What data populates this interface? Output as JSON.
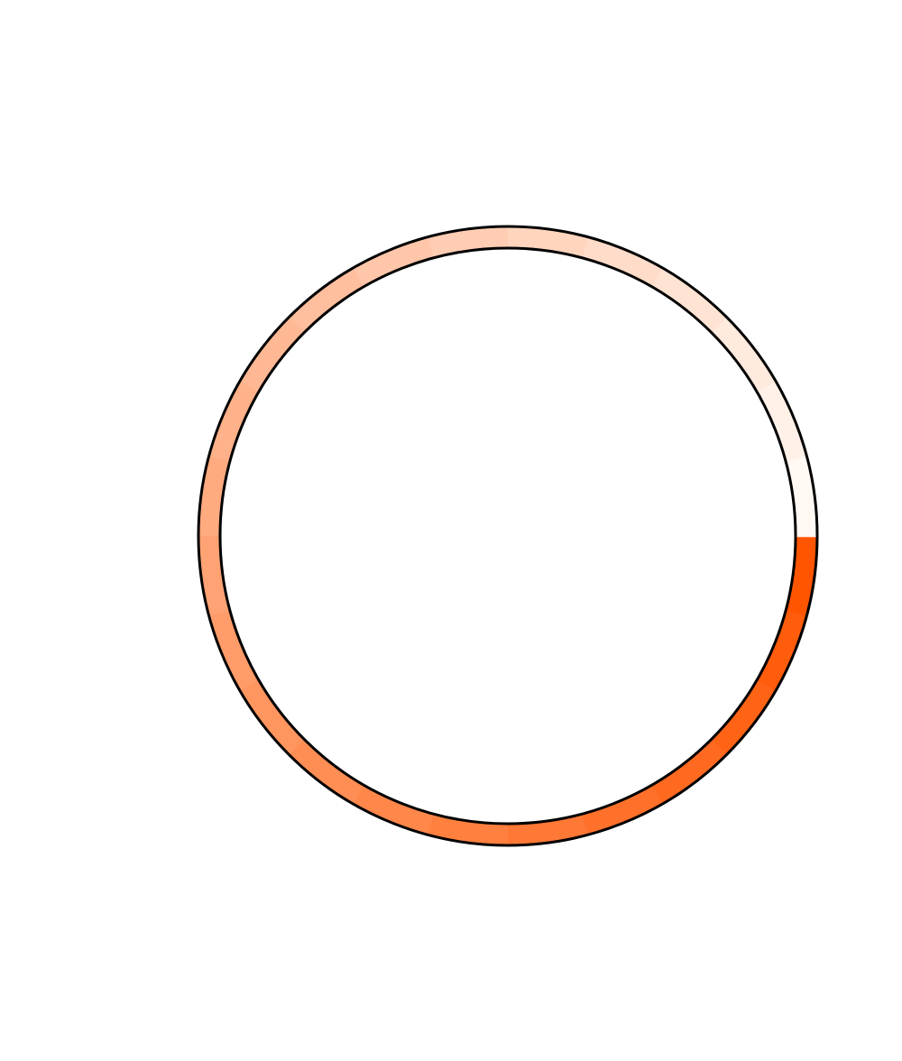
{
  "ring": {
    "start_color": "#ff5500",
    "end_color": "#fff8f3",
    "outline_color": "#000000",
    "direction": "clockwise",
    "start_position": "right",
    "segments": 24
  }
}
